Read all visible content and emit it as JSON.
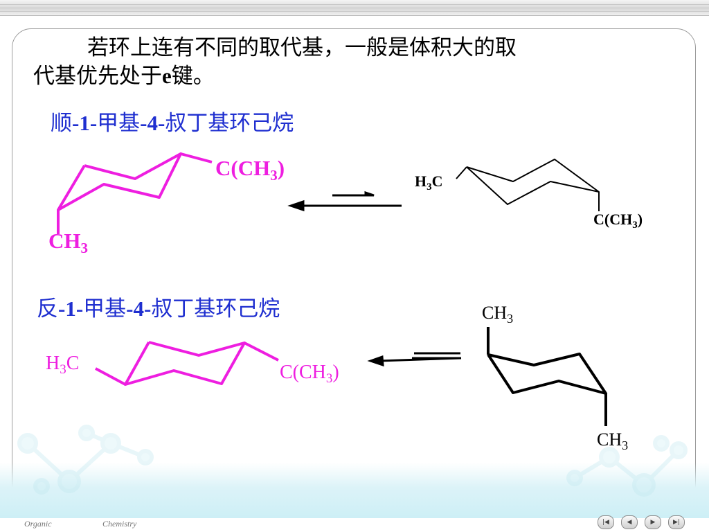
{
  "intro": {
    "line1": "若环上连有不同的取代基，一般是体积大的取",
    "line2_prefix": "代基优先处于",
    "line2_bold": "e",
    "line2_suffix": "键。"
  },
  "cis_title": {
    "p1": "顺",
    "p2": "-1-",
    "p3": "甲基",
    "p4": "-4-",
    "p5": "叔丁基环己烷"
  },
  "trans_title": {
    "p1": "反",
    "p2": "-1-",
    "p3": "甲基",
    "p4": "-4-",
    "p5": "叔丁基环己烷"
  },
  "cis_left": {
    "label_tbu": "C(CH",
    "label_tbu_sub": "3",
    "label_tbu_close": ")",
    "label_me": "CH",
    "label_me_sub": "3"
  },
  "cis_right": {
    "label_me": "H",
    "label_me_sub": "3",
    "label_me_tail": "C",
    "label_tbu": "C(CH",
    "label_tbu_sub": "3",
    "label_tbu_close": ")"
  },
  "trans_left": {
    "label_me": "H",
    "label_me_sub": "3",
    "label_me_tail": "C",
    "label_tbu": "C(CH",
    "label_tbu_sub": "3",
    "label_tbu_close": ")"
  },
  "trans_right": {
    "label_top": "CH",
    "label_top_sub": "3",
    "label_bottom": "CH",
    "label_bottom_sub": "3"
  },
  "footer": {
    "organic": "Organic",
    "chemistry": "Chemistry"
  },
  "nav": {
    "first": "|◀",
    "prev": "◀",
    "next": "▶",
    "last": "▶|"
  },
  "colors": {
    "magenta": "#ee1ee0",
    "blue_title": "#1f2fd0",
    "black": "#000000"
  }
}
